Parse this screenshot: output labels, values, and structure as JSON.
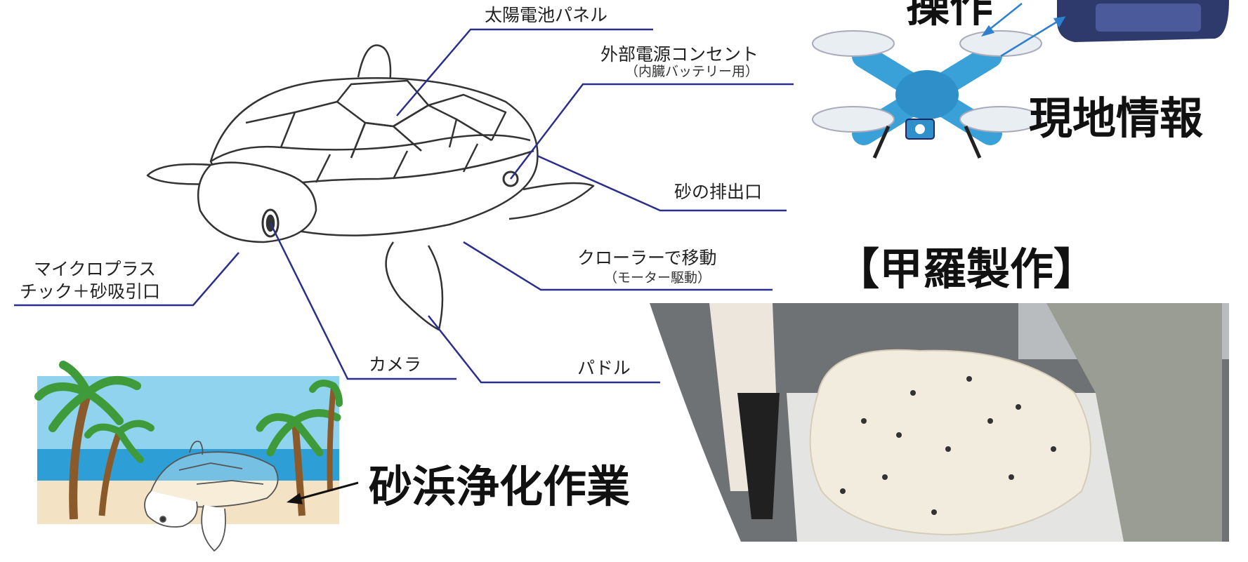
{
  "labels": {
    "solar_panel": "太陽電池パネル",
    "external_outlet": "外部電源コンセント",
    "external_outlet_note": "（内臓バッテリー用）",
    "sand_outlet": "砂の排出口",
    "crawler": "クローラーで移動",
    "crawler_note": "（モーター駆動）",
    "intake_line1": "マイクロプラス",
    "intake_line2": "チック＋砂吸引口",
    "camera": "カメラ",
    "paddle": "パドル"
  },
  "captions": {
    "operation": "操作",
    "site_info": "現地情報",
    "shell_making": "【甲羅製作】",
    "beach_cleaning": "砂浜浄化作業"
  },
  "colors": {
    "leader_line": "#2b2f8c",
    "drone": "#3aa0d8",
    "arrow": "#2f7fd0"
  }
}
